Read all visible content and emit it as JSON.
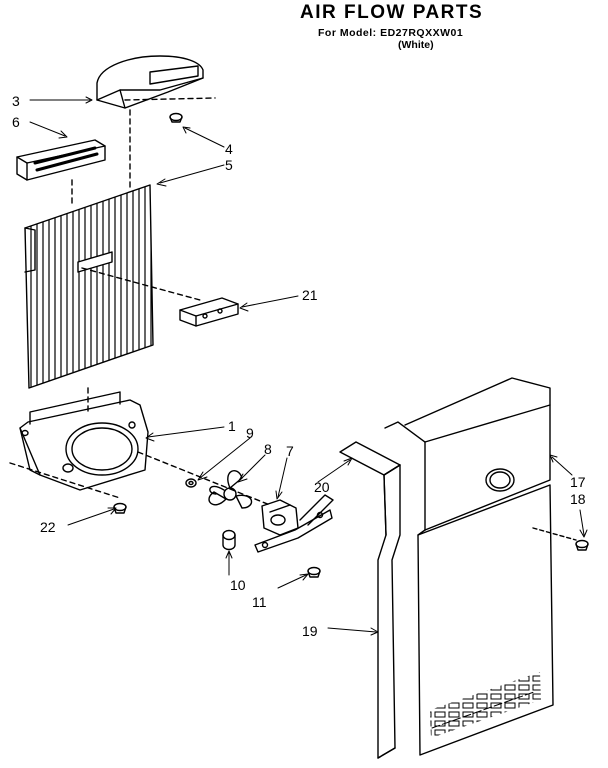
{
  "header": {
    "title": "AIR FLOW PARTS",
    "model": "For Model: ED27RQXXW01",
    "color": "(White)"
  },
  "callouts": [
    "3",
    "6",
    "4",
    "5",
    "21",
    "1",
    "9",
    "8",
    "7",
    "20",
    "22",
    "10",
    "11",
    "19",
    "17",
    "18"
  ]
}
